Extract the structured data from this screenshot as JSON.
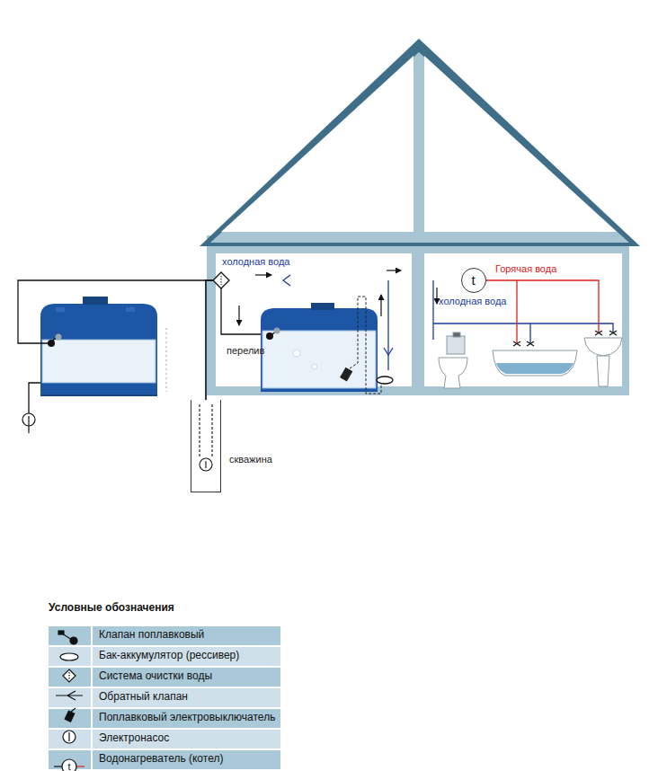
{
  "diagram": {
    "nodes": [
      {
        "text": [
          "скважина"
        ]
      },
      {
        "text": [
          "t"
        ]
      }
    ],
    "edges": [
      {
        "from": 0,
        "to": 1,
        "arrow": "to"
      }
    ],
    "labels": [
      "холодная вода",
      "перелив",
      "холодная вода",
      "Горячая вода",
      "Условные обозначения",
      "t"
    ],
    "legend": [
      {
        "text": "Клапан поплавковый"
      },
      {
        "text": "Бак-аккумулятор (рессивер)"
      },
      {
        "text": "Система очистки воды"
      },
      {
        "text": "Обратный клапан"
      },
      {
        "text": "Поплавковый электровыключатель"
      },
      {
        "text": "Электронасос"
      },
      {
        "text": "Водонагреватель (котел)"
      }
    ]
  }
}
